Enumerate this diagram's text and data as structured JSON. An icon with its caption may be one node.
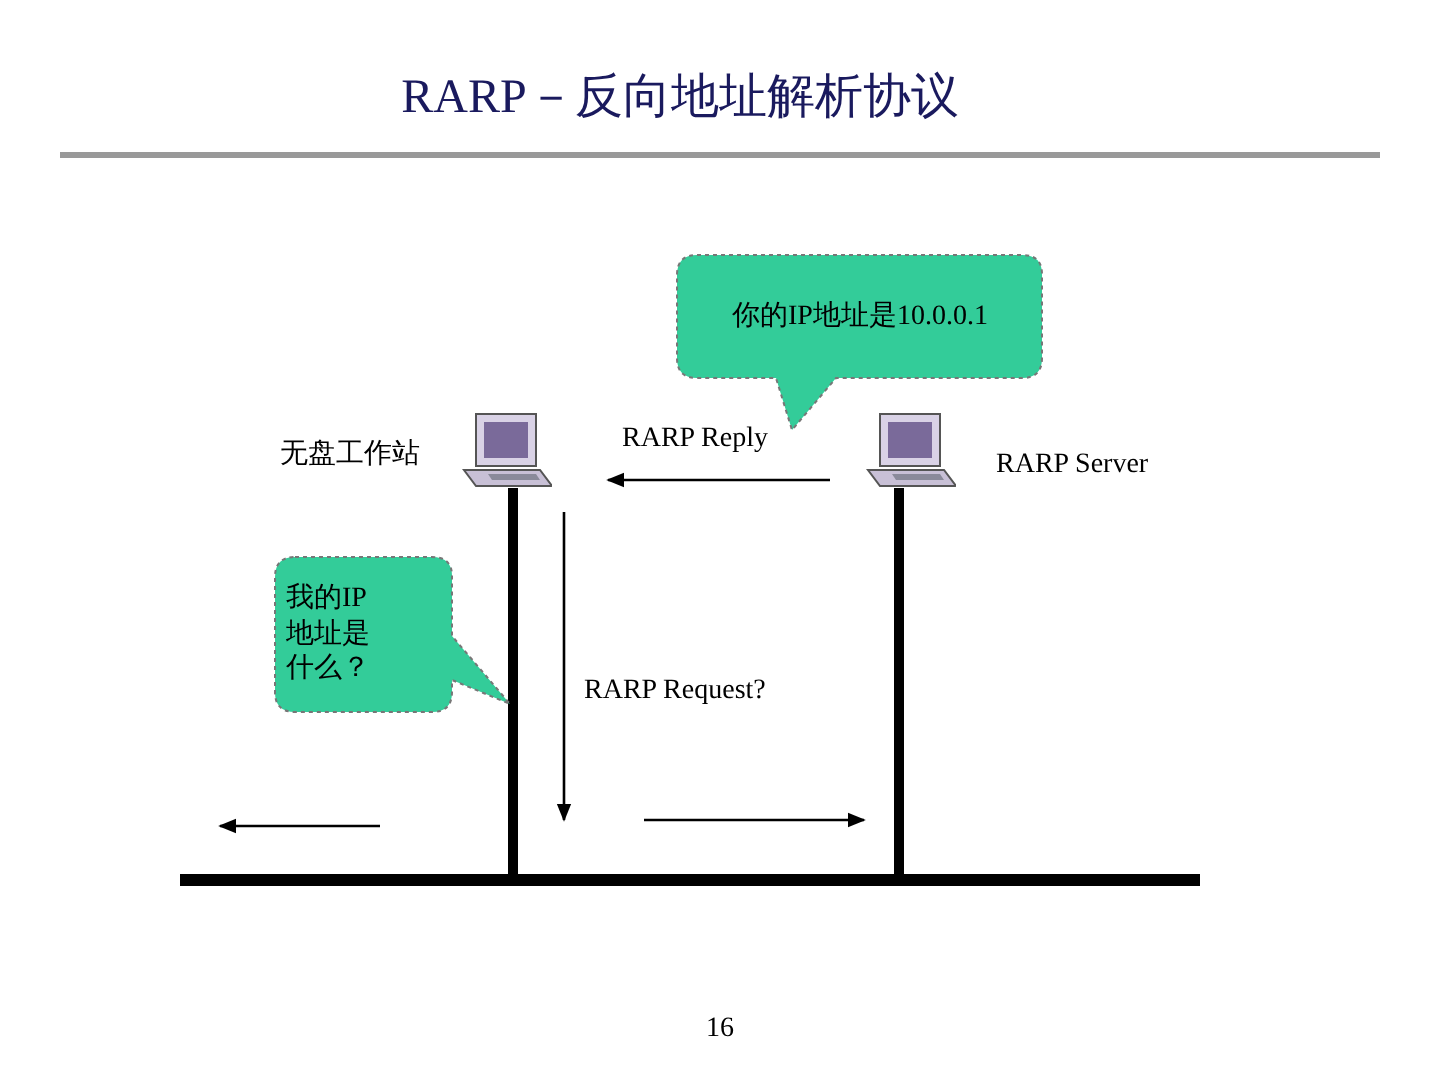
{
  "diagram": {
    "title": "RARP－反向地址解析协议",
    "nodes": [
      {
        "text": [
          "你的IP地址是10.0.0.1"
        ]
      },
      {
        "text": [
          "我的IP地址是什么？"
        ]
      }
    ],
    "labels": [
      "无盘工作站",
      "RARP Reply",
      "RARP Server",
      "RARP Request?",
      "16"
    ]
  }
}
